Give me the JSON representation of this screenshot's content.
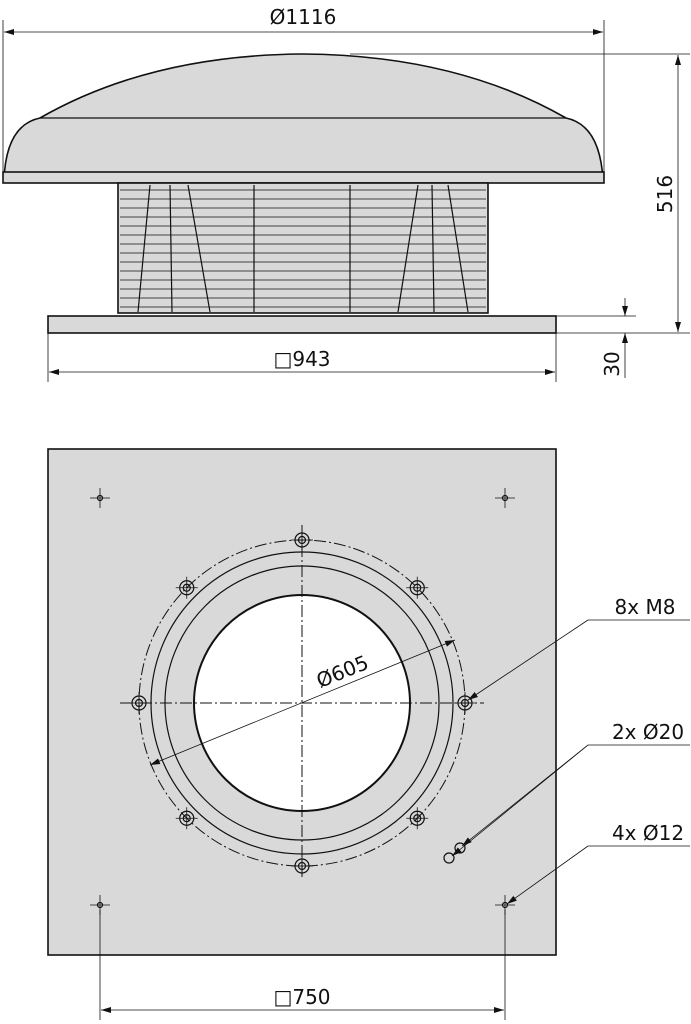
{
  "side_view": {
    "diameter_label": "Ø1116",
    "height_label": "516",
    "base_width_label": "□943",
    "base_thickness_label": "30"
  },
  "top_view": {
    "flange_diameter_label": "Ø605",
    "bolt_label": "8x M8",
    "hole20_label": "2x Ø20",
    "hole12_label": "4x Ø12",
    "hole_spacing_label": "□750"
  },
  "colors": {
    "fill": "#d9d9d9",
    "line": "#111111"
  }
}
